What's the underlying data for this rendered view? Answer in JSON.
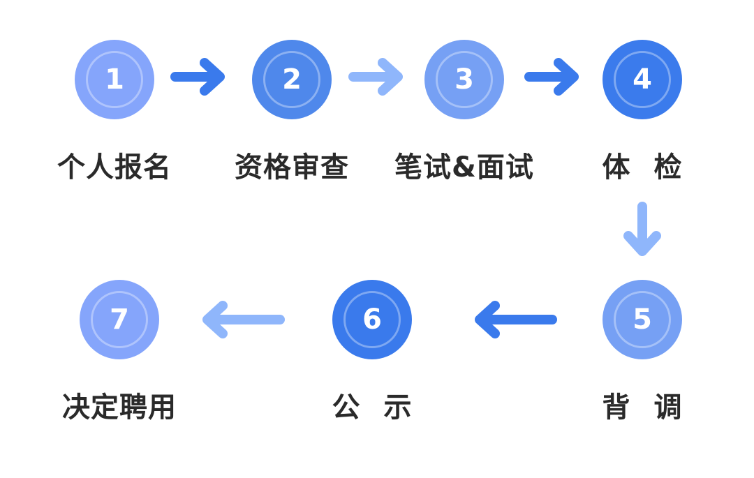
{
  "steps": [
    {
      "number": "1",
      "label": "个人报名",
      "color": "#85A5FB"
    },
    {
      "number": "2",
      "label": "资格审查",
      "color": "#4F88EB"
    },
    {
      "number": "3",
      "label": "笔试&面试",
      "color": "#76A0F4"
    },
    {
      "number": "4",
      "label": "体 检",
      "color": "#3B7BEC"
    },
    {
      "number": "5",
      "label": "背 调",
      "color": "#76A0F4"
    },
    {
      "number": "6",
      "label": "公 示",
      "color": "#3A7AEC"
    },
    {
      "number": "7",
      "label": "决定聘用",
      "color": "#85A5FB"
    }
  ],
  "arrows": [
    {
      "from": "1",
      "to": "2",
      "direction": "right",
      "color": "#3A7AEC"
    },
    {
      "from": "2",
      "to": "3",
      "direction": "right",
      "color": "#8FB6FB"
    },
    {
      "from": "3",
      "to": "4",
      "direction": "right",
      "color": "#3A7AEC"
    },
    {
      "from": "4",
      "to": "5",
      "direction": "down",
      "color": "#8FB6FB"
    },
    {
      "from": "5",
      "to": "6",
      "direction": "left",
      "color": "#3A7AEC"
    },
    {
      "from": "6",
      "to": "7",
      "direction": "left",
      "color": "#8FB6FB"
    }
  ]
}
